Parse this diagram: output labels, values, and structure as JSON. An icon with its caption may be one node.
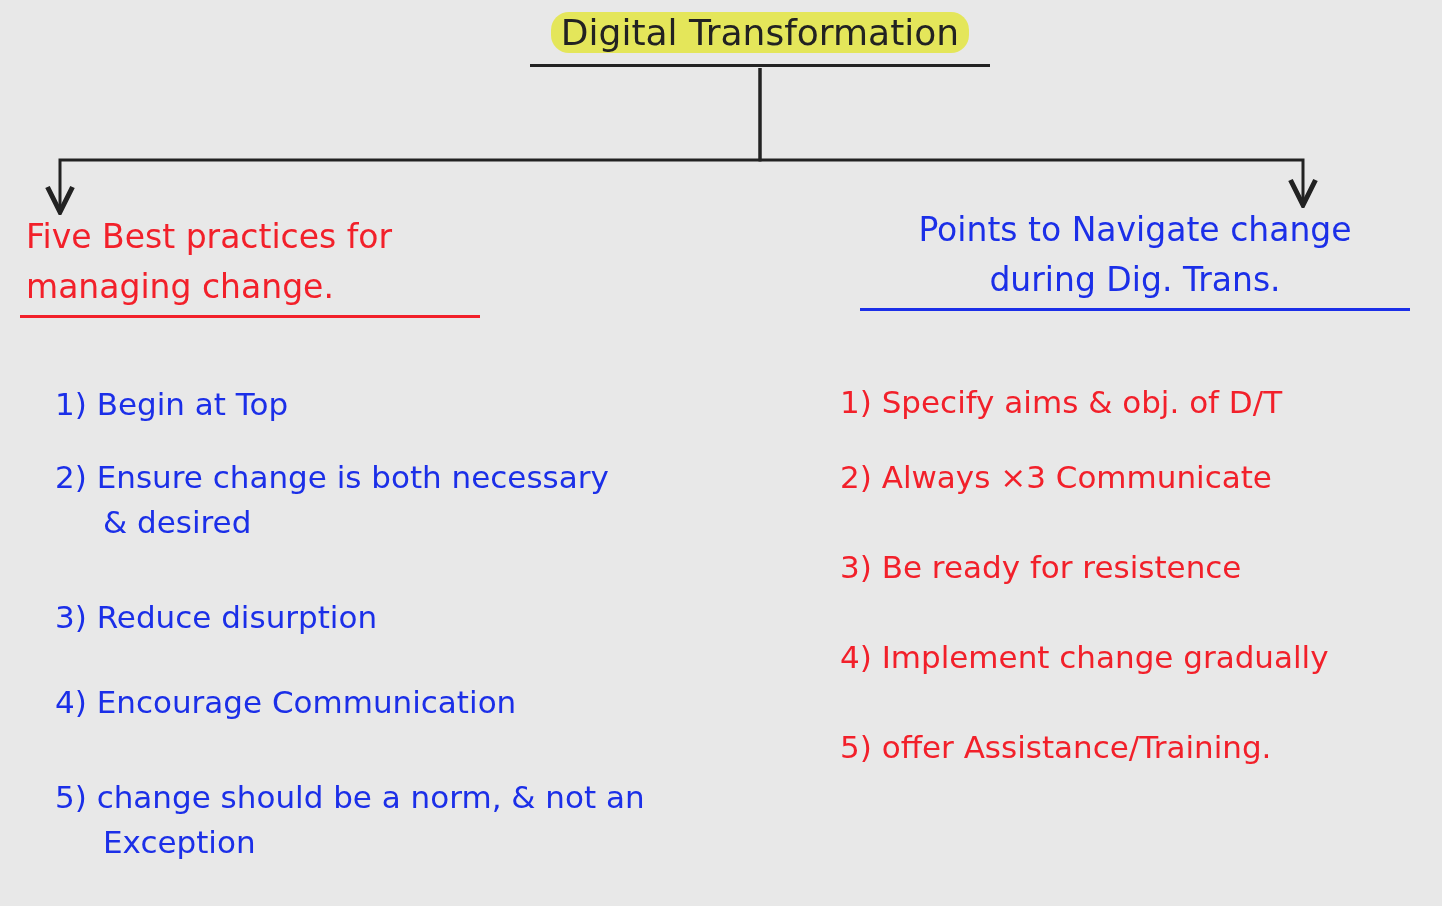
{
  "diagram": {
    "nodes": [
      {
        "text": [
          "Digital Transformation"
        ]
      },
      {
        "text": [
          "Five Best practices for managing change."
        ]
      },
      {
        "text": [
          "Points to Navigate change during Dig. Trans."
        ]
      }
    ],
    "edges": [
      {
        "from": 0,
        "to": 1,
        "arrow": "to"
      },
      {
        "from": 0,
        "to": 2,
        "arrow": "to"
      }
    ],
    "labels": [
      "1) Begin at Top",
      "2) Ensure change is both necessary & desired",
      "3) Reduce disurption",
      "4) Encourage Communication",
      "5) change should be a norm, & not an Exception",
      "1) Specify aims & obj. of D/T",
      "2) Always ×3 Communicate",
      "3) Be ready for resistence",
      "4) Implement change gradually",
      "5) offer Assistance/Training."
    ]
  }
}
